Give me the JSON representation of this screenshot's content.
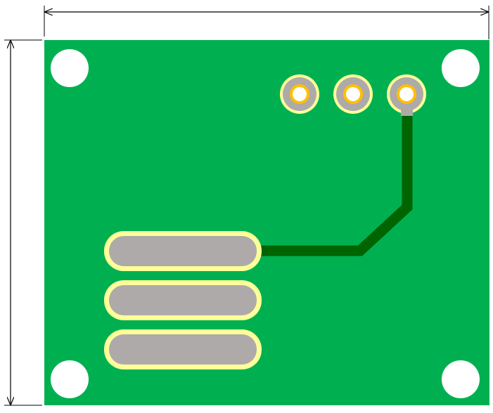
{
  "colors": {
    "background": "#ffffff",
    "board": "#00b050",
    "trace": "#006400",
    "mounting_hole": "#ffffff",
    "pad_copper": "#aeaaaa",
    "pad_outline": "#ffff99",
    "via_ring": "#ffc000",
    "dimension_line": "#000000"
  },
  "board": {
    "mounting_holes": 4,
    "through_hole_pads": 3,
    "smd_pads": 3,
    "traces": 1
  }
}
